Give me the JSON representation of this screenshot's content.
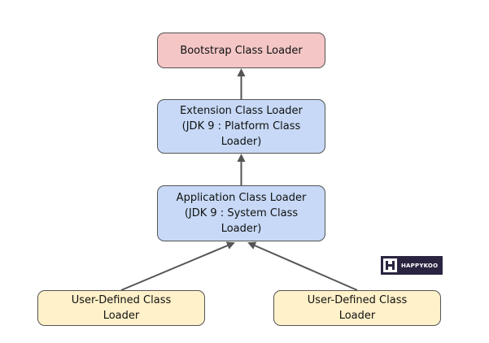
{
  "nodes": {
    "bootstrap": {
      "lines": [
        "Bootstrap Class Loader"
      ]
    },
    "extension": {
      "lines": [
        "Extension Class Loader",
        "(JDK 9 : Platform Class",
        "Loader)"
      ]
    },
    "application": {
      "lines": [
        "Application Class Loader",
        "(JDK 9 : System Class",
        "Loader)"
      ]
    },
    "user_left": {
      "lines": [
        "User-Defined Class",
        "Loader"
      ]
    },
    "user_right": {
      "lines": [
        "User-Defined Class",
        "Loader"
      ]
    }
  },
  "logo": {
    "text": "HAPPYKOO"
  },
  "colors": {
    "bootstrap_fill": "#f4c6c6",
    "loader_fill": "#c7d9f6",
    "user_fill": "#fff1c9",
    "edge": "#555555",
    "logo_bg": "#2a2440"
  },
  "edges": [
    {
      "from": "extension",
      "to": "bootstrap"
    },
    {
      "from": "application",
      "to": "extension"
    },
    {
      "from": "user_left",
      "to": "application"
    },
    {
      "from": "user_right",
      "to": "application"
    }
  ]
}
